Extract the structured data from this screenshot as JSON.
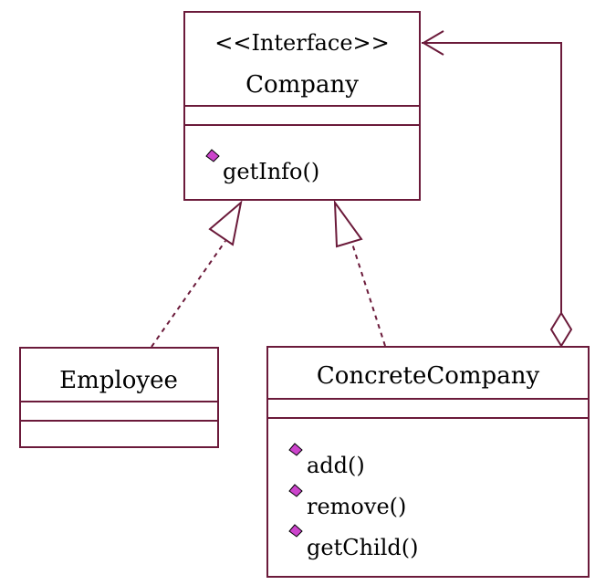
{
  "colors": {
    "line": "#6b1a3a",
    "method_icon_fill": "#cc44cc",
    "method_icon_stroke": "#000000",
    "background": "#ffffff"
  },
  "classes": {
    "company": {
      "stereotype": "<<Interface>>",
      "name": "Company",
      "methods": [
        "getInfo()"
      ]
    },
    "employee": {
      "name": "Employee",
      "methods": []
    },
    "concrete_company": {
      "name": "ConcreteCompany",
      "methods": [
        "add()",
        "remove()",
        "getChild()"
      ]
    }
  }
}
